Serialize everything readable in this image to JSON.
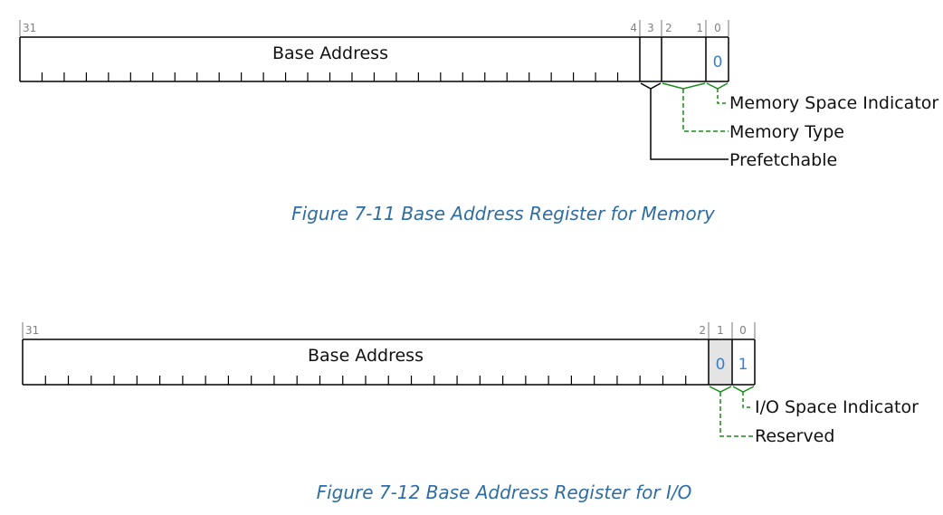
{
  "colors": {
    "register_border": "#000000",
    "bit_value": "#3a7fc4",
    "caption": "#2e6da4",
    "dashed_leader": "#1a8a1a",
    "reserved_fill": "#e4e4e4"
  },
  "figures": [
    {
      "caption": "Figure  7-11  Base Address Register for Memory",
      "field_label": "Base Address",
      "bit_numbers": [
        "31",
        "4",
        "3",
        "2",
        "1",
        "0"
      ],
      "bit_values": [
        "0"
      ],
      "callouts": [
        "Memory Space Indicator",
        "Memory Type",
        "Prefetchable"
      ]
    },
    {
      "caption": "Figure  7-12  Base Address Register for I/O",
      "field_label": "Base Address",
      "bit_numbers": [
        "31",
        "2",
        "1",
        "0"
      ],
      "bit_values": [
        "0",
        "1"
      ],
      "callouts": [
        "I/O Space Indicator",
        "Reserved"
      ]
    }
  ]
}
